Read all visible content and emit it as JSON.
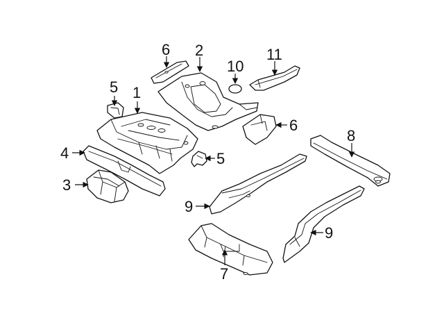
{
  "callouts": {
    "c1": "1",
    "c2": "2",
    "c3": "3",
    "c4": "4",
    "c5a": "5",
    "c5b": "5",
    "c6a": "6",
    "c6b": "6",
    "c7": "7",
    "c8": "8",
    "c9a": "9",
    "c9b": "9",
    "c10": "10",
    "c11": "11"
  }
}
